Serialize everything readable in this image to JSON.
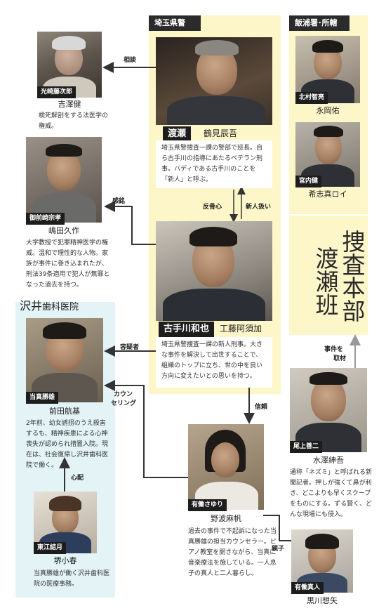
{
  "groups": {
    "saitama": "埼玉県警",
    "iiura": "飯浦署･所轄",
    "sawai_prefix": "沢井",
    "sawai_suffix": "歯科医院"
  },
  "title_lines": [
    "捜査本部",
    "渡瀬班"
  ],
  "edge_labels": {
    "consult": "相談",
    "respect": "感銘",
    "rebel": "反骨心",
    "rookie": "新人扱い",
    "suspect": "容疑者",
    "counseling_1": "カウン",
    "counseling_2": "セリング",
    "trust": "信頼",
    "worry": "心配",
    "parent": "親子",
    "coverage_1": "事件を",
    "coverage_2": "取材"
  },
  "characters": {
    "mitsuzaki": {
      "role": "光崎藤次郎",
      "actor": "吉澤健",
      "desc": "検死解剖をする法医学の権威。"
    },
    "mimasaki": {
      "role": "御前崎宗孝",
      "actor": "嶋田久作",
      "desc": "大学教授で犯罪精神医学の権威。温和で理性的な人物。家族が事件に巻き込まれたが、刑法39条適用で犯人が無罪となった過去を持つ。"
    },
    "watase": {
      "role": "渡瀬",
      "actor": "鶴見辰吾",
      "desc": "埼玉県警捜査一課の警部で班長。自ら古手川の指導にあたるベテラン刑事。バディである古手川のことを「新人」と呼ぶ。"
    },
    "kitamura": {
      "role": "北村智亮",
      "actor": "永岡佑"
    },
    "miyauchi": {
      "role": "宮内健",
      "actor": "希志真ロイ"
    },
    "kotegawa": {
      "role": "古手川和也",
      "actor": "工藤阿須加",
      "desc": "埼玉県警捜査一課の新人刑事。大きな事件を解決して出世することで、組織のトップに立ち、世の中を良い方向に変えたいとの思いを持つ。"
    },
    "touma": {
      "role": "当真勝雄",
      "actor": "前田航基",
      "desc": "2年前、幼女誘拐のうえ殺害するも、精神疾患による心神喪失が認められ措置入院。現在は、社会復帰し沢井歯科医院で働く。"
    },
    "oue": {
      "role": "尾上善二",
      "actor": "水澤紳吾",
      "desc": "通称「ネズミ」と呼ばれる新聞記者。押しが強くて鼻が利き、どこよりも早くスクープをものにする。ずる賢く、どんな現場にも侵入。"
    },
    "arima": {
      "role": "有働さゆり",
      "actor": "野波麻帆",
      "desc": "過去の事件で不起訴になった当真勝雄の担当カウンセラー。ピアノ教室を開きながら、当真に音楽療法を施している。一人息子の真人と二人暮らし。"
    },
    "higashie": {
      "role": "東江結月",
      "actor": "堺小春",
      "desc": "当真勝雄が働く沢井歯科医院の医療事務。"
    },
    "masato": {
      "role": "有働真人",
      "actor": "黒川想矢"
    }
  },
  "colors": {
    "zone_yellow": "#fdf6c9",
    "zone_blue": "#e3f3f6",
    "label_dark": "#1d1d1d",
    "line": "#333333"
  }
}
